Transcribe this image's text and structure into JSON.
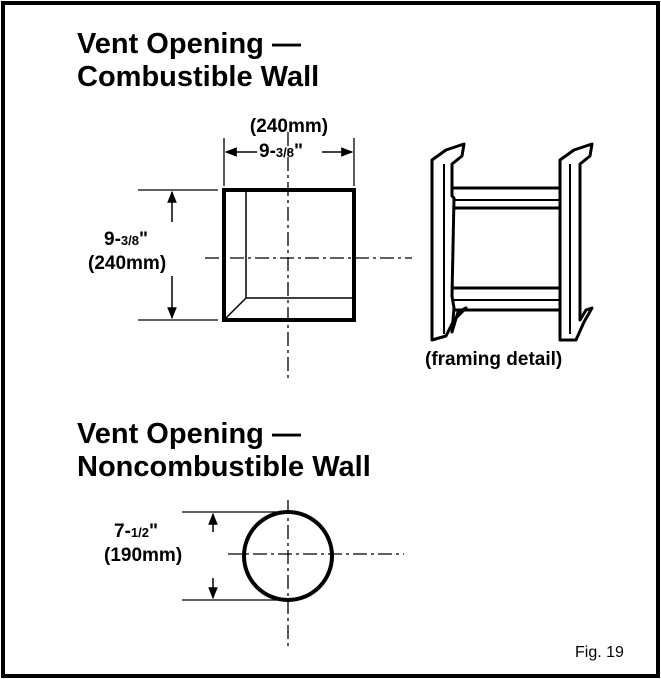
{
  "headings": {
    "combustible": [
      "Vent Opening —",
      "Combustible Wall"
    ],
    "noncombustible": [
      "Vent Opening —",
      "Noncombustible Wall"
    ]
  },
  "square_opening": {
    "width_metric": "(240mm)",
    "width_imperial_whole": "9-",
    "width_imperial_frac": "3/8",
    "width_imperial_mark": "\"",
    "height_imperial_whole": "9-",
    "height_imperial_frac": "3/8",
    "height_imperial_mark": "\"",
    "height_metric": "(240mm)"
  },
  "framing_caption": "(framing detail)",
  "round_opening": {
    "diameter_imperial_whole": "7-",
    "diameter_imperial_frac": "1/2",
    "diameter_imperial_mark": "\"",
    "diameter_metric": "(190mm)"
  },
  "figure_label": "Fig. 19"
}
